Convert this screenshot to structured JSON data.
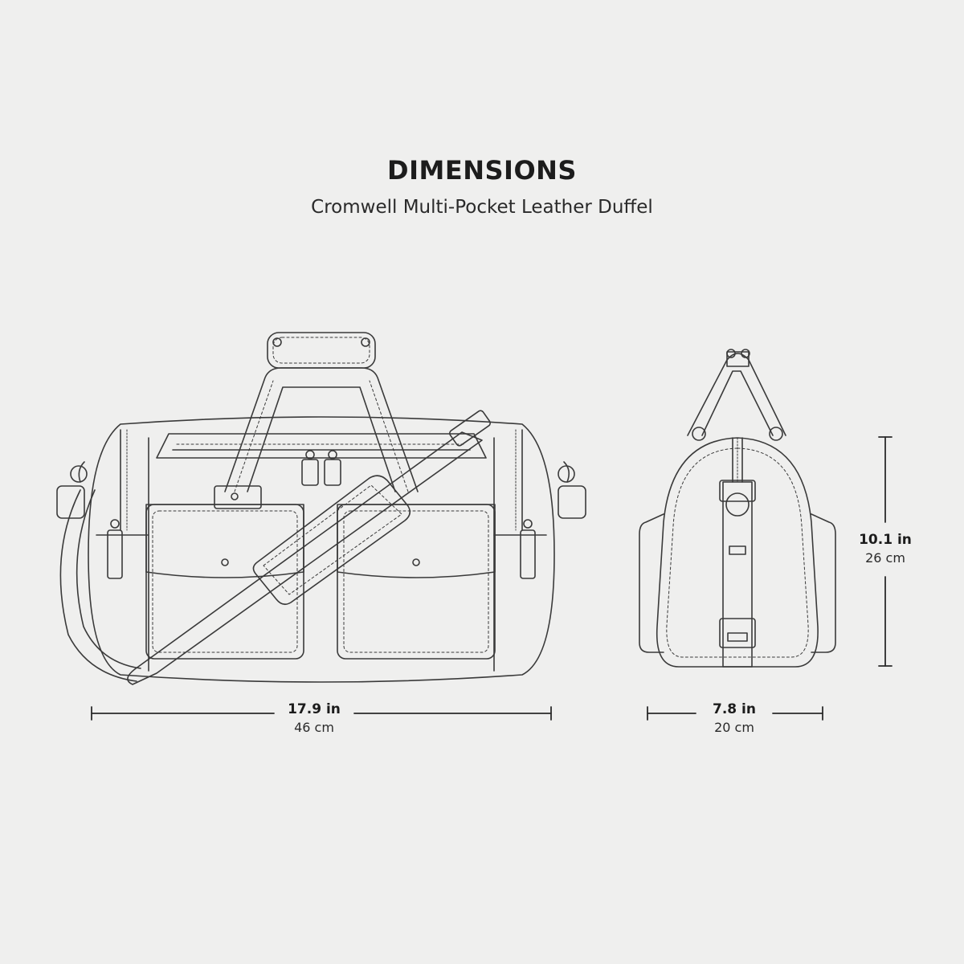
{
  "header": {
    "title": "DIMENSIONS",
    "subtitle": "Cromwell Multi-Pocket Leather Duffel"
  },
  "dimensions": {
    "width": {
      "imperial": "17.9 in",
      "metric": "46 cm"
    },
    "depth": {
      "imperial": "7.8 in",
      "metric": "20 cm"
    },
    "height": {
      "imperial": "10.1 in",
      "metric": "26 cm"
    }
  },
  "colors": {
    "background": "#efefee",
    "line": "#3a3a3a",
    "text": "#1c1c1c"
  }
}
